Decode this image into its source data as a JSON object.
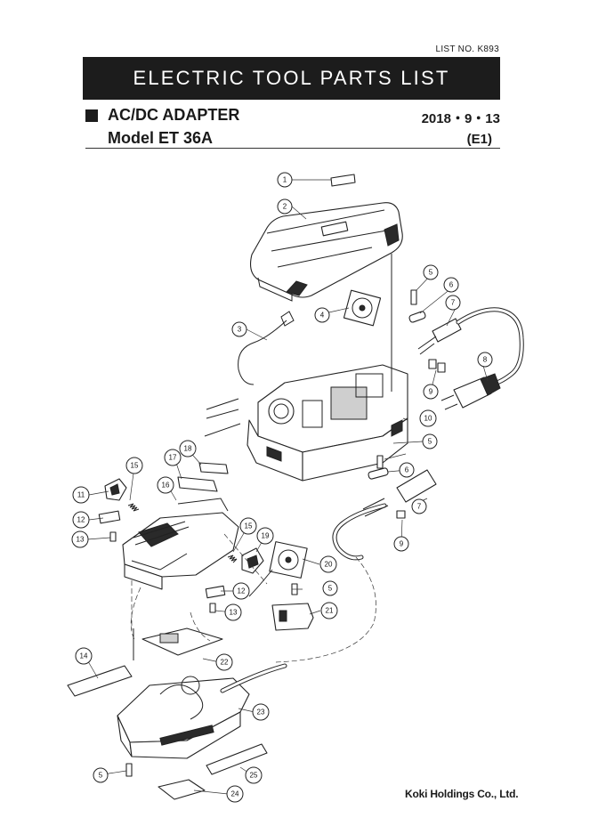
{
  "header": {
    "list_no": "LIST NO. K893",
    "banner_title": "ELECTRIC TOOL PARTS LIST",
    "product_name": "AC/DC ADAPTER",
    "date": "2018・9・13",
    "model": "Model ET 36A",
    "edition": "(E1)"
  },
  "footer": {
    "maker": "Koki Holdings Co., Ltd."
  },
  "callouts": {
    "c1": "1",
    "c2": "2",
    "c3": "3",
    "c4": "4",
    "c5a": "5",
    "c6a": "6",
    "c7a": "7",
    "c8": "8",
    "c9a": "9",
    "c10": "10",
    "c5b": "5",
    "c6b": "6",
    "c7b": "7",
    "c9b": "9",
    "c11": "11",
    "c12a": "12",
    "c13a": "13",
    "c15a": "15",
    "c16": "16",
    "c17": "17",
    "c18": "18",
    "c15b": "15",
    "c19": "19",
    "c20": "20",
    "c5c": "5",
    "c21": "21",
    "c12b": "12",
    "c13b": "13",
    "c14": "14",
    "c22": "22",
    "c23": "23",
    "c5d": "5",
    "c24": "24",
    "c25": "25"
  }
}
